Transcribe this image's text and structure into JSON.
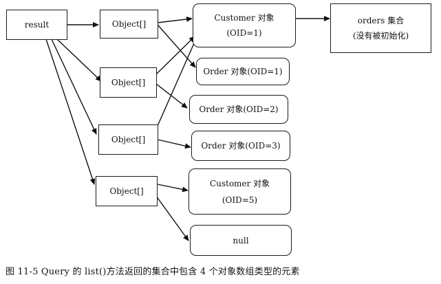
{
  "nodes": {
    "result": {
      "label": "result"
    },
    "obj1": {
      "label": "Object[]"
    },
    "obj2": {
      "label": "Object[]"
    },
    "obj3": {
      "label": "Object[]"
    },
    "obj4": {
      "label": "Object[]"
    },
    "customer1": {
      "line1": "Customer 对象",
      "line2": "(OID=1)"
    },
    "orders": {
      "line1": "orders 集合",
      "line2": "(没有被初始化)"
    },
    "order1": {
      "label": "Order 对象(OID=1)"
    },
    "order2": {
      "label": "Order 对象(OID=2)"
    },
    "order3": {
      "label": "Order 对象(OID=3)"
    },
    "customer5": {
      "line1": "Customer 对象",
      "line2": "(OID=5)"
    },
    "null": {
      "label": "null"
    }
  },
  "caption": "图 11-5   Query 的 list()方法返回的集合中包含 4 个对象数组类型的元素"
}
